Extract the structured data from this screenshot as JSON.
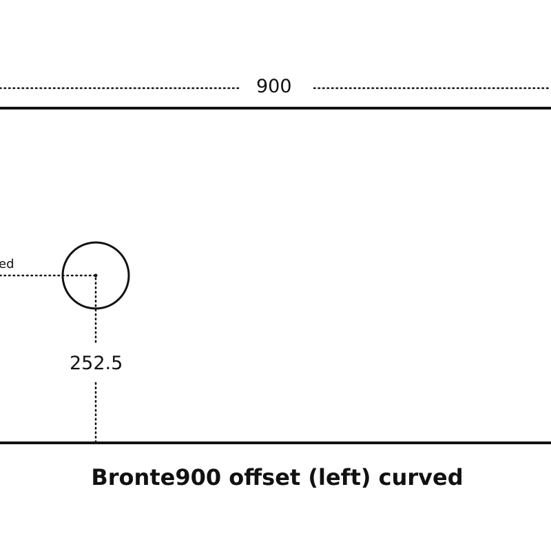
{
  "diagram": {
    "width_dimension": "900",
    "offset_dimension": "252.5",
    "side_label_partial": "ed",
    "caption": "Bronte900 offset (left) curved",
    "line_color": "#111111"
  }
}
